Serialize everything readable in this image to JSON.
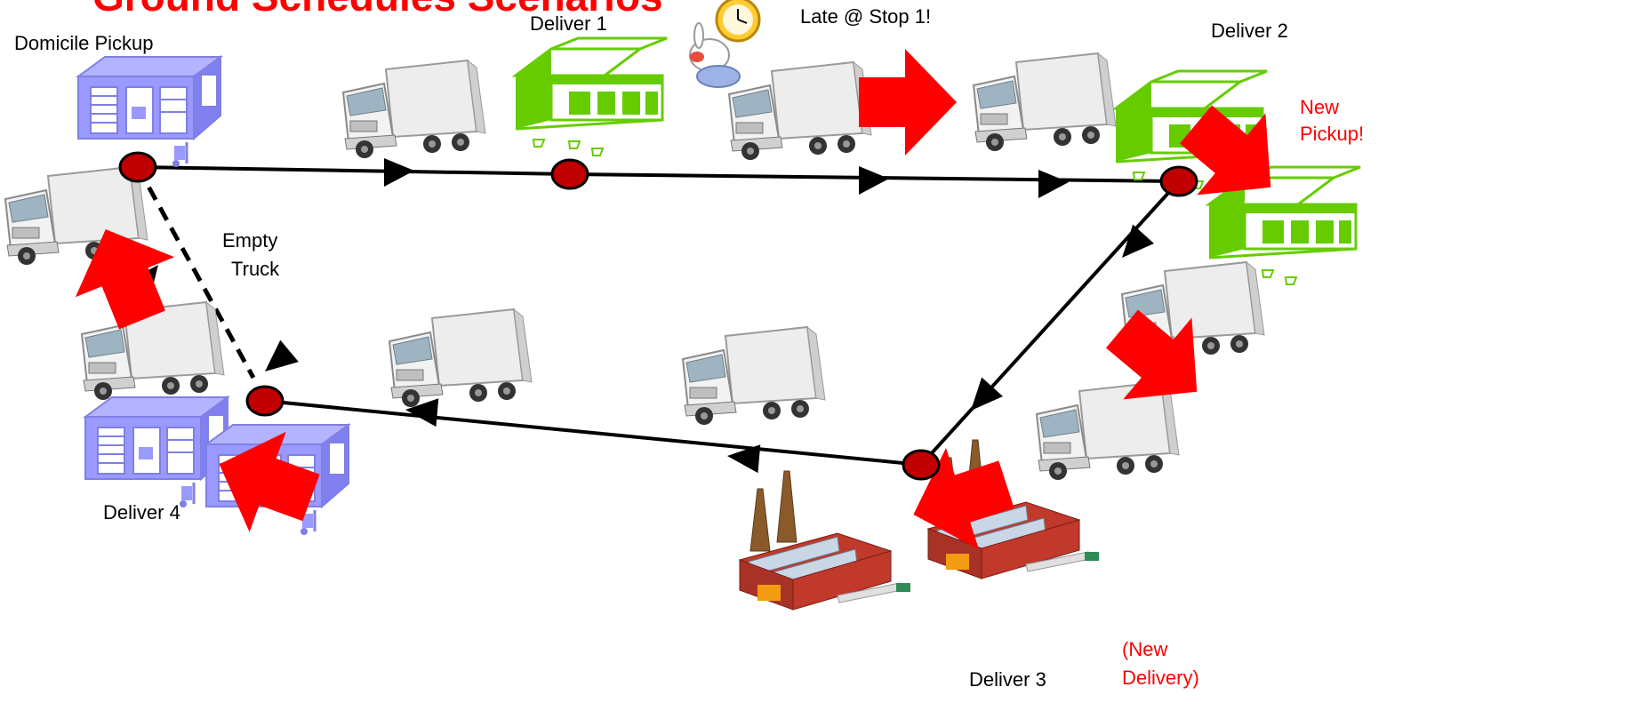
{
  "title": "Ground Schedules Scenarios",
  "labels": {
    "domicile_pickup": "Domicile Pickup",
    "deliver_1": "Deliver 1",
    "late_stop": "Late @ Stop 1!",
    "deliver_2": "Deliver 2",
    "new_pickup_1": "New",
    "new_pickup_2": "Pickup!",
    "empty_truck_1": "Empty",
    "empty_truck_2": "Truck",
    "deliver_3": "Deliver 3",
    "new_delivery_1": "(New",
    "new_delivery_2": "Delivery)",
    "deliver_4": "Deliver 4"
  },
  "colors": {
    "accent_red": "#ff0000",
    "node_fill": "#c00000",
    "warehouse": "#9999ff",
    "store": "#66cc00",
    "factory": "#c0392b"
  }
}
